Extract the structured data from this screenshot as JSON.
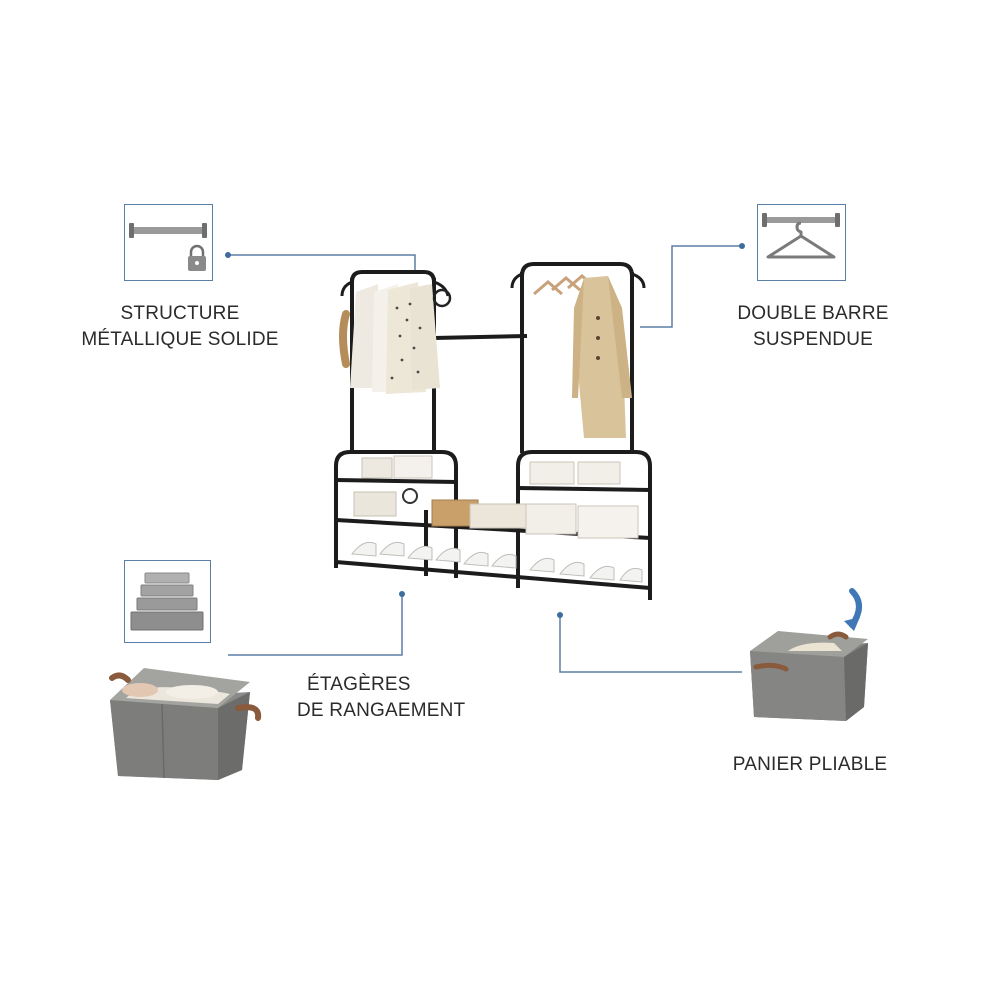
{
  "features": [
    {
      "id": "structure",
      "lines": [
        "STRUCTURE",
        "MÉTALLIQUE SOLIDE"
      ],
      "icon": "rod-with-padlock-icon"
    },
    {
      "id": "double_bar",
      "lines": [
        "DOUBLE BARRE",
        "SUSPENDUE"
      ],
      "icon": "rod-with-hanger-icon"
    },
    {
      "id": "shelves",
      "lines": [
        "ÉTAGÈRES",
        "DE RANGAEMENT"
      ],
      "icon": "stacked-boxes-icon"
    },
    {
      "id": "basket",
      "lines": [
        "PANIER PLIABLE"
      ],
      "icon": "fabric-basket-icon"
    }
  ],
  "colors": {
    "connector": "#5b7ea6",
    "frame": "#1c1c1c",
    "basket": "#7d7d7b",
    "handle": "#8a5a3c",
    "arrow": "#3f78b5",
    "coat": "#d9c39a"
  }
}
